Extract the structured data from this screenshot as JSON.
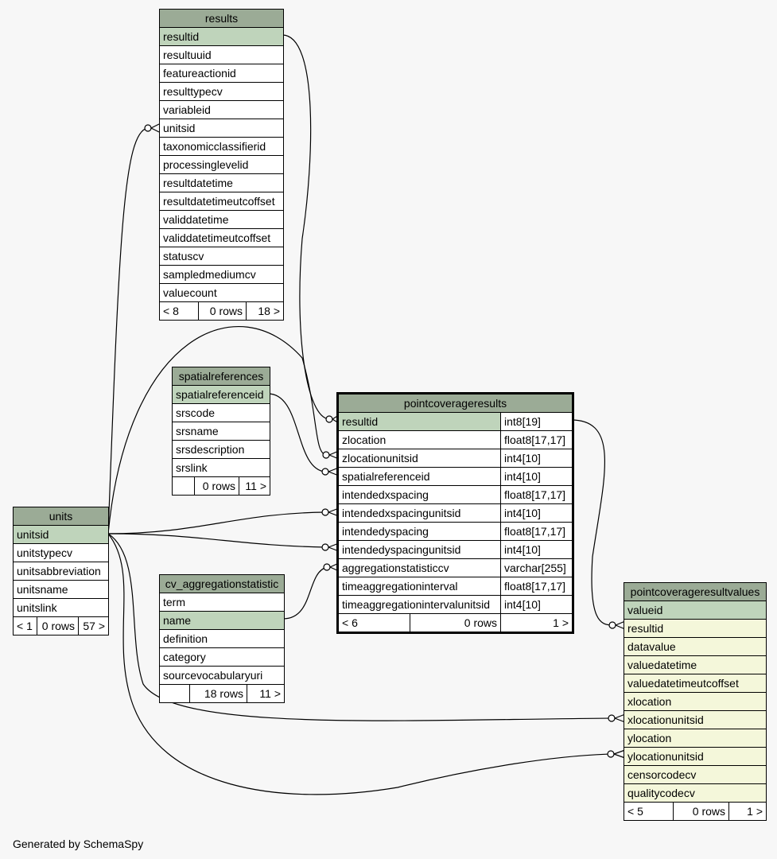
{
  "results": {
    "title": "results",
    "columns": [
      "resultid",
      "resultuuid",
      "featureactionid",
      "resulttypecv",
      "variableid",
      "unitsid",
      "taxonomicclassifierid",
      "processinglevelid",
      "resultdatetime",
      "resultdatetimeutcoffset",
      "validdatetime",
      "validdatetimeutcoffset",
      "statuscv",
      "sampledmediumcv",
      "valuecount"
    ],
    "footer": {
      "parents": "< 8",
      "rows": "0 rows",
      "children": "18 >"
    }
  },
  "spatialreferences": {
    "title": "spatialreferences",
    "columns": [
      "spatialreferenceid",
      "srscode",
      "srsname",
      "srsdescription",
      "srslink"
    ],
    "footer": {
      "parents": "",
      "rows": "0 rows",
      "children": "11 >"
    }
  },
  "units": {
    "title": "units",
    "columns": [
      "unitsid",
      "unitstypecv",
      "unitsabbreviation",
      "unitsname",
      "unitslink"
    ],
    "footer": {
      "parents": "< 1",
      "rows": "0 rows",
      "children": "57 >"
    }
  },
  "cv_aggregationstatistic": {
    "title": "cv_aggregationstatistic",
    "columns": [
      "term",
      "name",
      "definition",
      "category",
      "sourcevocabularyuri"
    ],
    "footer": {
      "parents": "",
      "rows": "18 rows",
      "children": "11 >"
    }
  },
  "pointcoverageresults": {
    "title": "pointcoverageresults",
    "columns": [
      {
        "name": "resultid",
        "type": "int8[19]"
      },
      {
        "name": "zlocation",
        "type": "float8[17,17]"
      },
      {
        "name": "zlocationunitsid",
        "type": "int4[10]"
      },
      {
        "name": "spatialreferenceid",
        "type": "int4[10]"
      },
      {
        "name": "intendedxspacing",
        "type": "float8[17,17]"
      },
      {
        "name": "intendedxspacingunitsid",
        "type": "int4[10]"
      },
      {
        "name": "intendedyspacing",
        "type": "float8[17,17]"
      },
      {
        "name": "intendedyspacingunitsid",
        "type": "int4[10]"
      },
      {
        "name": "aggregationstatisticcv",
        "type": "varchar[255]"
      },
      {
        "name": "timeaggregationinterval",
        "type": "float8[17,17]"
      },
      {
        "name": "timeaggregationintervalunitsid",
        "type": "int4[10]"
      }
    ],
    "footer": {
      "parents": "< 6",
      "rows": "0 rows",
      "children": "1 >"
    }
  },
  "pointcoverageresultvalues": {
    "title": "pointcoverageresultvalues",
    "columns": [
      "valueid",
      "resultid",
      "datavalue",
      "valuedatetime",
      "valuedatetimeutcoffset",
      "xlocation",
      "xlocationunitsid",
      "ylocation",
      "ylocationunitsid",
      "censorcodecv",
      "qualitycodecv"
    ],
    "footer": {
      "parents": "< 5",
      "rows": "0 rows",
      "children": "1 >"
    }
  },
  "footer_text": "Generated by SchemaSpy",
  "colors": {
    "header": "#9bab96",
    "key": "#bfd4bb",
    "child_row": "#f4f7da",
    "background": "#f7f7f7"
  }
}
